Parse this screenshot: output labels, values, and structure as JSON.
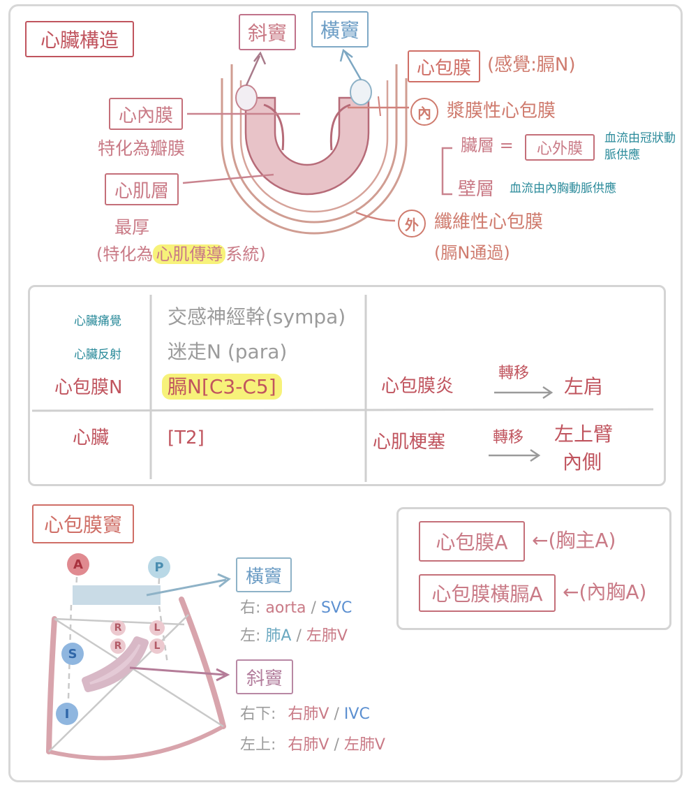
{
  "structure": {
    "title": "心臟構造",
    "oblique_sinus": "斜竇",
    "transverse_sinus": "橫竇",
    "endocardium": "心內膜",
    "endocardium_note": "特化為瓣膜",
    "myocardium": "心肌層",
    "myocardium_note1": "最厚",
    "myocardium_note2_prefix": "(特化為",
    "myocardium_note2_hl": "心肌傳導",
    "myocardium_note2_suffix": "系統)",
    "pericardium": "心包膜",
    "pericardium_note": "(感覺:膈N)",
    "inner_mark": "內",
    "inner_label": "漿膜性心包膜",
    "visceral_prefix": "臟層 =",
    "epicardium": "心外膜",
    "visceral_blood": "血流由冠狀動脈供應",
    "visceral_blood_line1": "血流由冠狀動",
    "visceral_blood_line2": "脈供應",
    "parietal": "壁層",
    "parietal_blood": "血流由內胸動脈供應",
    "outer_mark": "外",
    "outer_label": "纖維性心包膜",
    "outer_note": "(膈N通過)"
  },
  "table": {
    "row1_label": "心臟痛覺",
    "row1_value": "交感神經幹(sympa)",
    "row2_label": "心臟反射",
    "row2_value": "迷走N (para)",
    "row3_label": "心包膜N",
    "row3_value": "膈N[C3-C5]",
    "row3_condition": "心包膜炎",
    "row3_arrow": "轉移",
    "row3_target": "左肩",
    "row4_label": "心臟",
    "row4_value": "[T2]",
    "row4_condition": "心肌梗塞",
    "row4_arrow": "轉移",
    "row4_target_line1": "左上臂",
    "row4_target_line2": "內側"
  },
  "sinus": {
    "title": "心包膜竇",
    "marker_a": "A",
    "marker_p": "P",
    "marker_s": "S",
    "marker_i": "I",
    "marker_r": "R",
    "marker_l": "L",
    "transverse": "橫竇",
    "t_right_label": "右:",
    "t_right_a": "aorta",
    "t_right_sep": "/",
    "t_right_b": "SVC",
    "t_left_label": "左:",
    "t_left_a": "肺A",
    "t_left_sep": "/",
    "t_left_b": "左肺V",
    "oblique": "斜竇",
    "o_lower_label": "右下:",
    "o_lower_a": "右肺V",
    "o_lower_sep": "/",
    "o_lower_b": "IVC",
    "o_upper_label": "左上:",
    "o_upper_a": "右肺V",
    "o_upper_sep": "/",
    "o_upper_b": "左肺V"
  },
  "arteries": {
    "a1": "心包膜A",
    "a1_src": "←(胸主A)",
    "a2": "心包膜橫膈A",
    "a2_src": "←(內胸A)"
  }
}
